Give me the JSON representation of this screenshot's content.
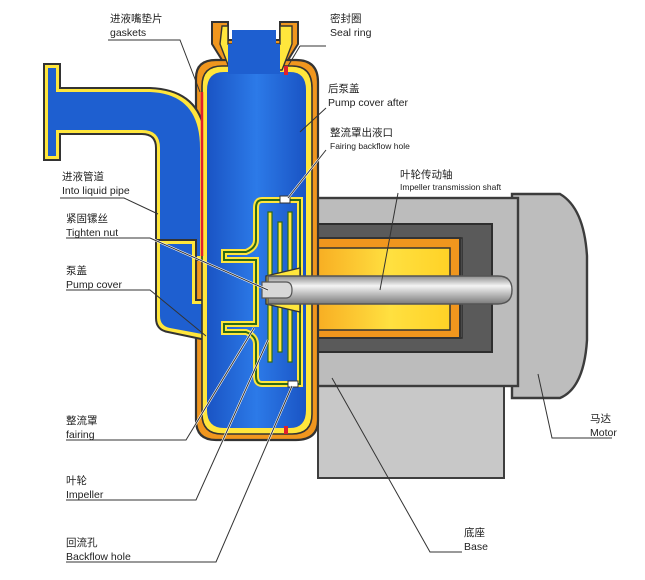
{
  "labels": {
    "gaskets": {
      "zh": "进液嘴垫片",
      "en": "gaskets"
    },
    "seal_ring": {
      "zh": "密封圈",
      "en": "Seal ring"
    },
    "pump_cover_after": {
      "zh": "后泵盖",
      "en": "Pump cover after"
    },
    "fairing_backflow_hole": {
      "zh": "整流罩出液口",
      "en": "Fairing backflow hole"
    },
    "impeller_shaft": {
      "zh": "叶轮传动轴",
      "en": "Impeller transmission shaft"
    },
    "into_liquid_pipe": {
      "zh": "进液管道",
      "en": "Into liquid pipe"
    },
    "tighten_nut": {
      "zh": "紧固镙丝",
      "en": "Tighten nut"
    },
    "pump_cover": {
      "zh": "泵盖",
      "en": "Pump cover"
    },
    "fairing": {
      "zh": "整流罩",
      "en": "fairing"
    },
    "impeller": {
      "zh": "叶轮",
      "en": "Impeller"
    },
    "backflow_hole": {
      "zh": "回流孔",
      "en": "Backflow hole"
    },
    "base": {
      "zh": "底座",
      "en": "Base"
    },
    "motor": {
      "zh": "马达",
      "en": "Motor"
    }
  },
  "colors": {
    "liquid_blue": "#1e5fd0",
    "casing_orange": "#f0961e",
    "gasket_yellow": "#ffe63c",
    "motor_gray": "#bcbcbc",
    "motor_dark": "#4a4a4a",
    "shaft_gray": "#d8d8d8",
    "impeller_green": "#5f9e2d",
    "seal_red": "#e0202c"
  }
}
